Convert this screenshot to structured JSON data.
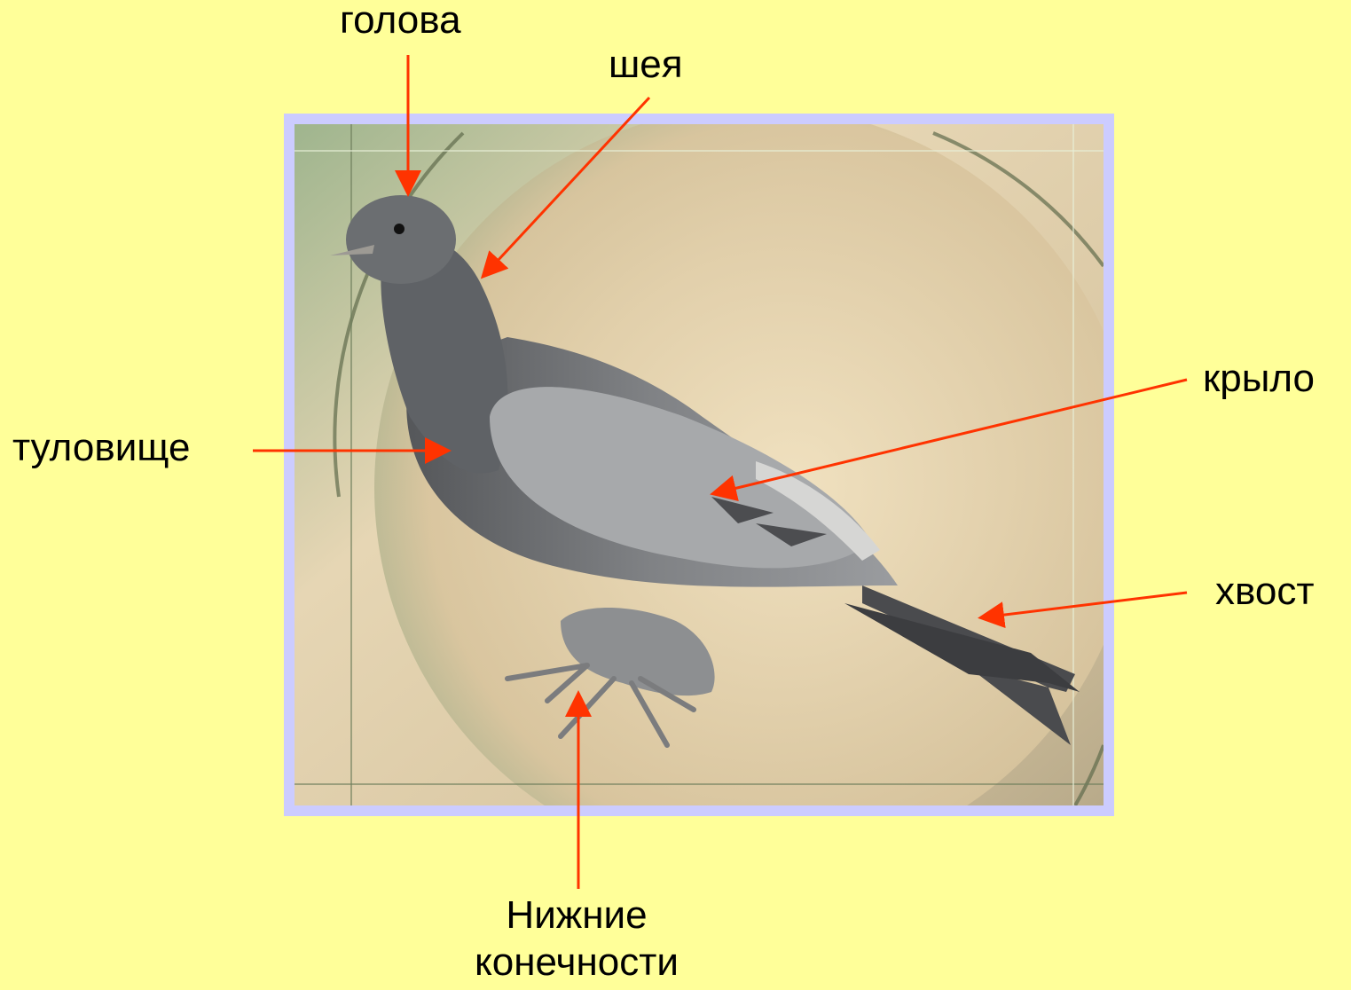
{
  "labels": {
    "head": "голова",
    "neck": "шея",
    "body": "туловище",
    "wing": "крыло",
    "tail": "хвост",
    "legs_line1": "Нижние",
    "legs_line2": "конечности"
  },
  "colors": {
    "background": "#ffff99",
    "frame": "#ccccff",
    "arrow": "#ff3300"
  }
}
